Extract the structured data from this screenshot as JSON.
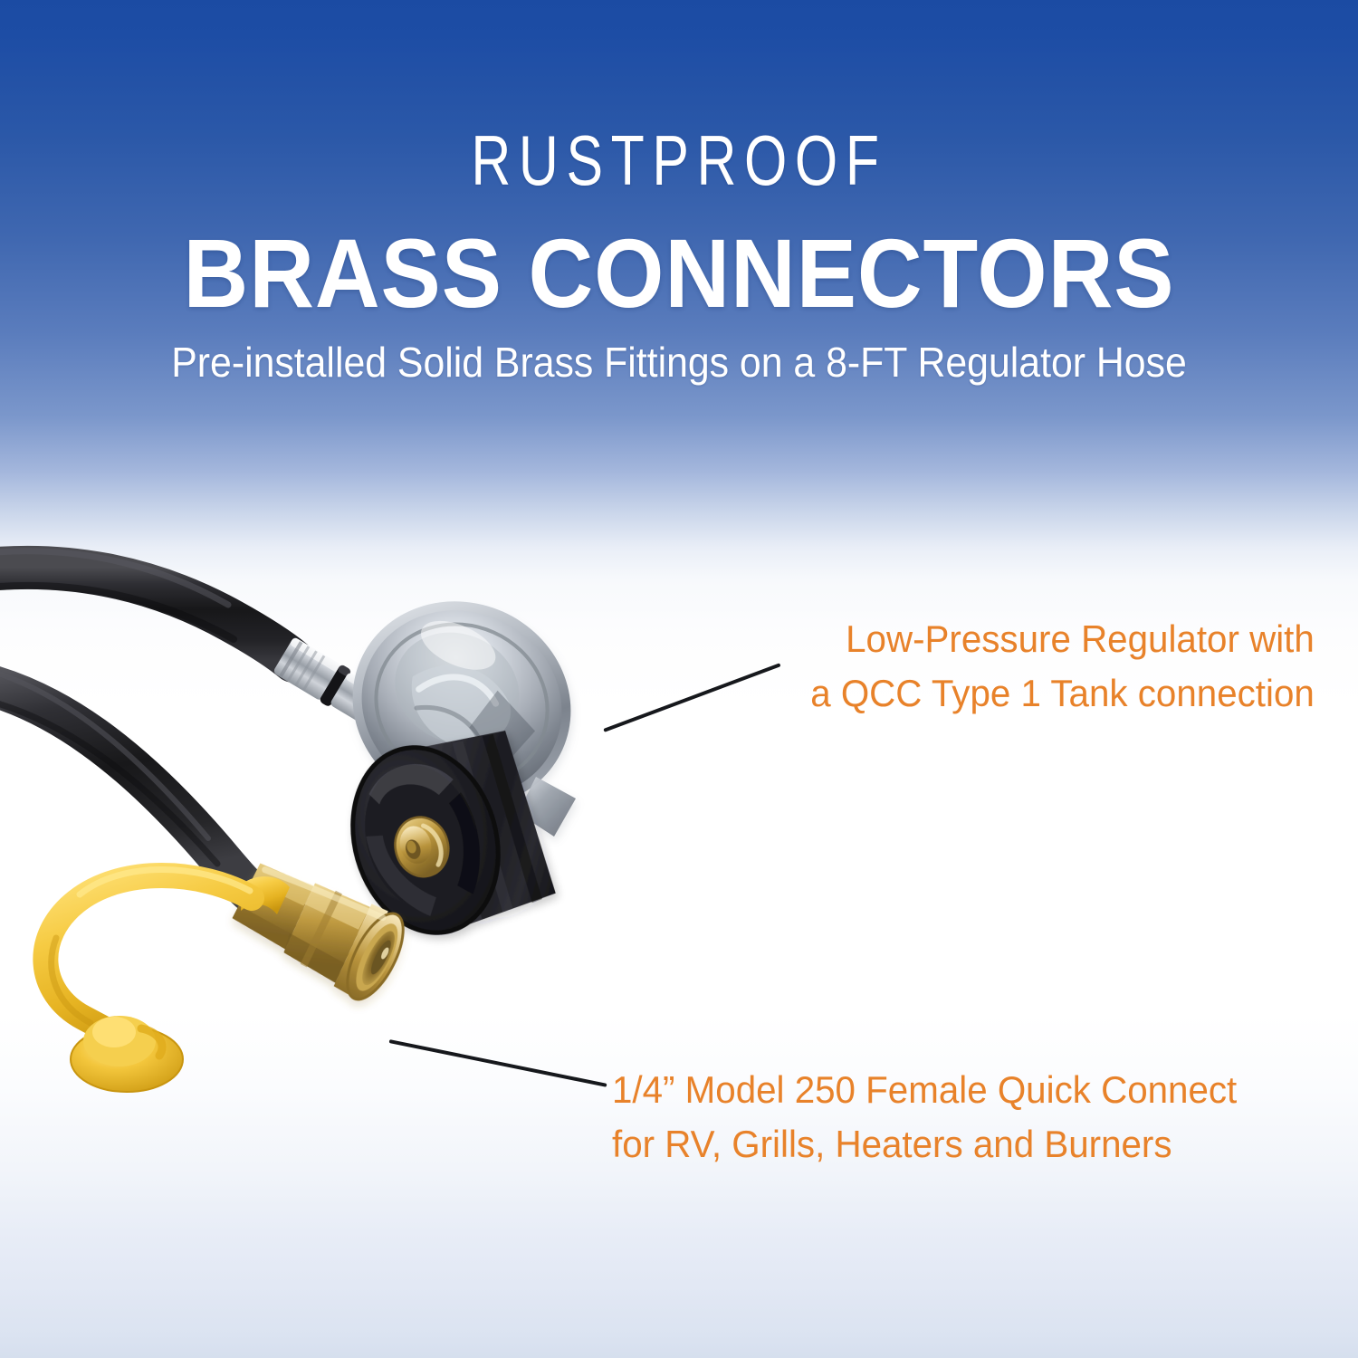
{
  "theme": {
    "bg_top": "#1b4ba3",
    "bg_mid": "#c9d5ea",
    "bg_bottom": "#d6dfee",
    "headline_color": "#ffffff",
    "callout_color": "#e8822a",
    "leader_color": "#16181c",
    "hose_black": "#1d1d1f",
    "brass": "#c8a040",
    "chrome": "#c6cbd2",
    "knob_black": "#2a2a2e",
    "cap_yellow": "#f2c53c"
  },
  "header": {
    "eyebrow": "RUSTPROOF",
    "headline": "BRASS CONNECTORS",
    "subheadline": "Pre-installed Solid Brass Fittings on a 8-FT Regulator Hose"
  },
  "callouts": [
    {
      "id": "regulator",
      "line1": "Low-Pressure Regulator with",
      "line2": "a QCC Type 1 Tank connection"
    },
    {
      "id": "quick-connect",
      "line1": "1/4” Model 250 Female Quick Connect",
      "line2": "for RV, Grills, Heaters and Burners"
    }
  ],
  "product": {
    "parts": [
      "upper-hose",
      "lower-hose",
      "hose-ferrule",
      "regulator-dome",
      "qcc-knob",
      "brass-nipple",
      "brass-quick-connect",
      "yellow-dust-cap"
    ]
  }
}
